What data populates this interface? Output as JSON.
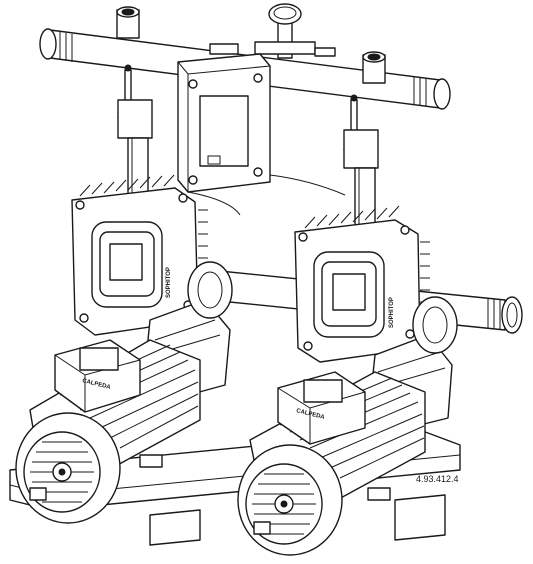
{
  "labels": {
    "drawing_ref": "4.93.412.4",
    "controller_brand": "SOPHITOP",
    "pump_brand": "CALPEDA"
  }
}
